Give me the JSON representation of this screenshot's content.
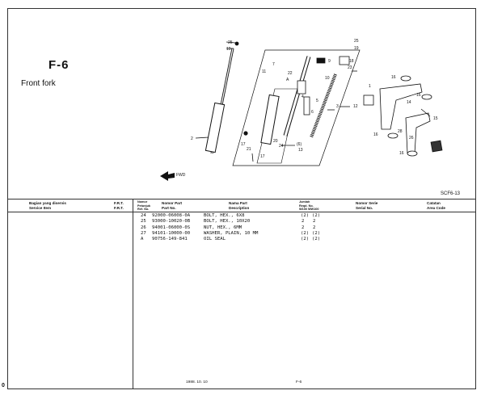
{
  "section": {
    "code": "F-6",
    "title": "Front fork"
  },
  "figure_code": "SCF6-13",
  "callouts": {
    "c25a": "25",
    "c19a": "19",
    "c25b": "25",
    "c19b": "19",
    "c9": "9",
    "c18": "18",
    "c23": "23",
    "c11": "11",
    "c7": "7",
    "c22": "22",
    "cA1": "A",
    "c10": "10",
    "c4": "4",
    "c5": "5",
    "c6": "6",
    "c3": "3",
    "c12": "12",
    "c2": "2",
    "c17a": "17",
    "c20": "20",
    "c24": "24",
    "c21": "21",
    "c6p": "(6)",
    "c13": "13",
    "c17b": "17",
    "c16a": "16",
    "c1": "1",
    "c16b": "16",
    "c14": "14",
    "c15": "15",
    "c28": "28",
    "c26": "26",
    "c16c": "16",
    "c16d": "16",
    "cFwd": "FWD"
  },
  "header": {
    "service_item_id": "Bagian yang diservis",
    "service_item_en": "Service Item",
    "frt1": "F.R.T.",
    "frt2": "F.R.T.",
    "ref_id1": "Nomor",
    "ref_id2": "Petunjuk",
    "ref_en": "Ref. No.",
    "part_no_id": "Nomor Part",
    "part_no_en": "Part No.",
    "name_id": "Nama Part",
    "name_en": "Description",
    "qty_id": "Jumlah",
    "qty_en": "Reqd. No.",
    "qty_models": "W100 WW100",
    "serial_id": "Nomor Serie",
    "serial_en": "Serial No.",
    "notes_id": "Catatan",
    "notes_en": "Area Code"
  },
  "rows": [
    {
      "ref": "24",
      "part": "92000-06008-0A",
      "desc": "BOLT, HEX., 6X8",
      "q1": "(2)",
      "q2": "(2)"
    },
    {
      "ref": "25",
      "part": "93000-10020-0B",
      "desc": "BOLT, HEX., 10X20",
      "q1": "2",
      "q2": "2"
    },
    {
      "ref": "26",
      "part": "94001-06000-0S",
      "desc": "NUT, HEX., 6MM",
      "q1": "2",
      "q2": "2"
    },
    {
      "ref": "27",
      "part": "94101-10000-00",
      "desc": "WASHER, PLAIN, 10 MM",
      "q1": "(2)",
      "q2": "(2)"
    },
    {
      "ref": "A",
      "part": "90756-149-841",
      "desc": "OIL SEAL",
      "q1": "(2)",
      "q2": "(2)"
    }
  ],
  "footer": {
    "date": "1988. 10. 10",
    "page_ref": "F-6"
  },
  "page_number": "0"
}
